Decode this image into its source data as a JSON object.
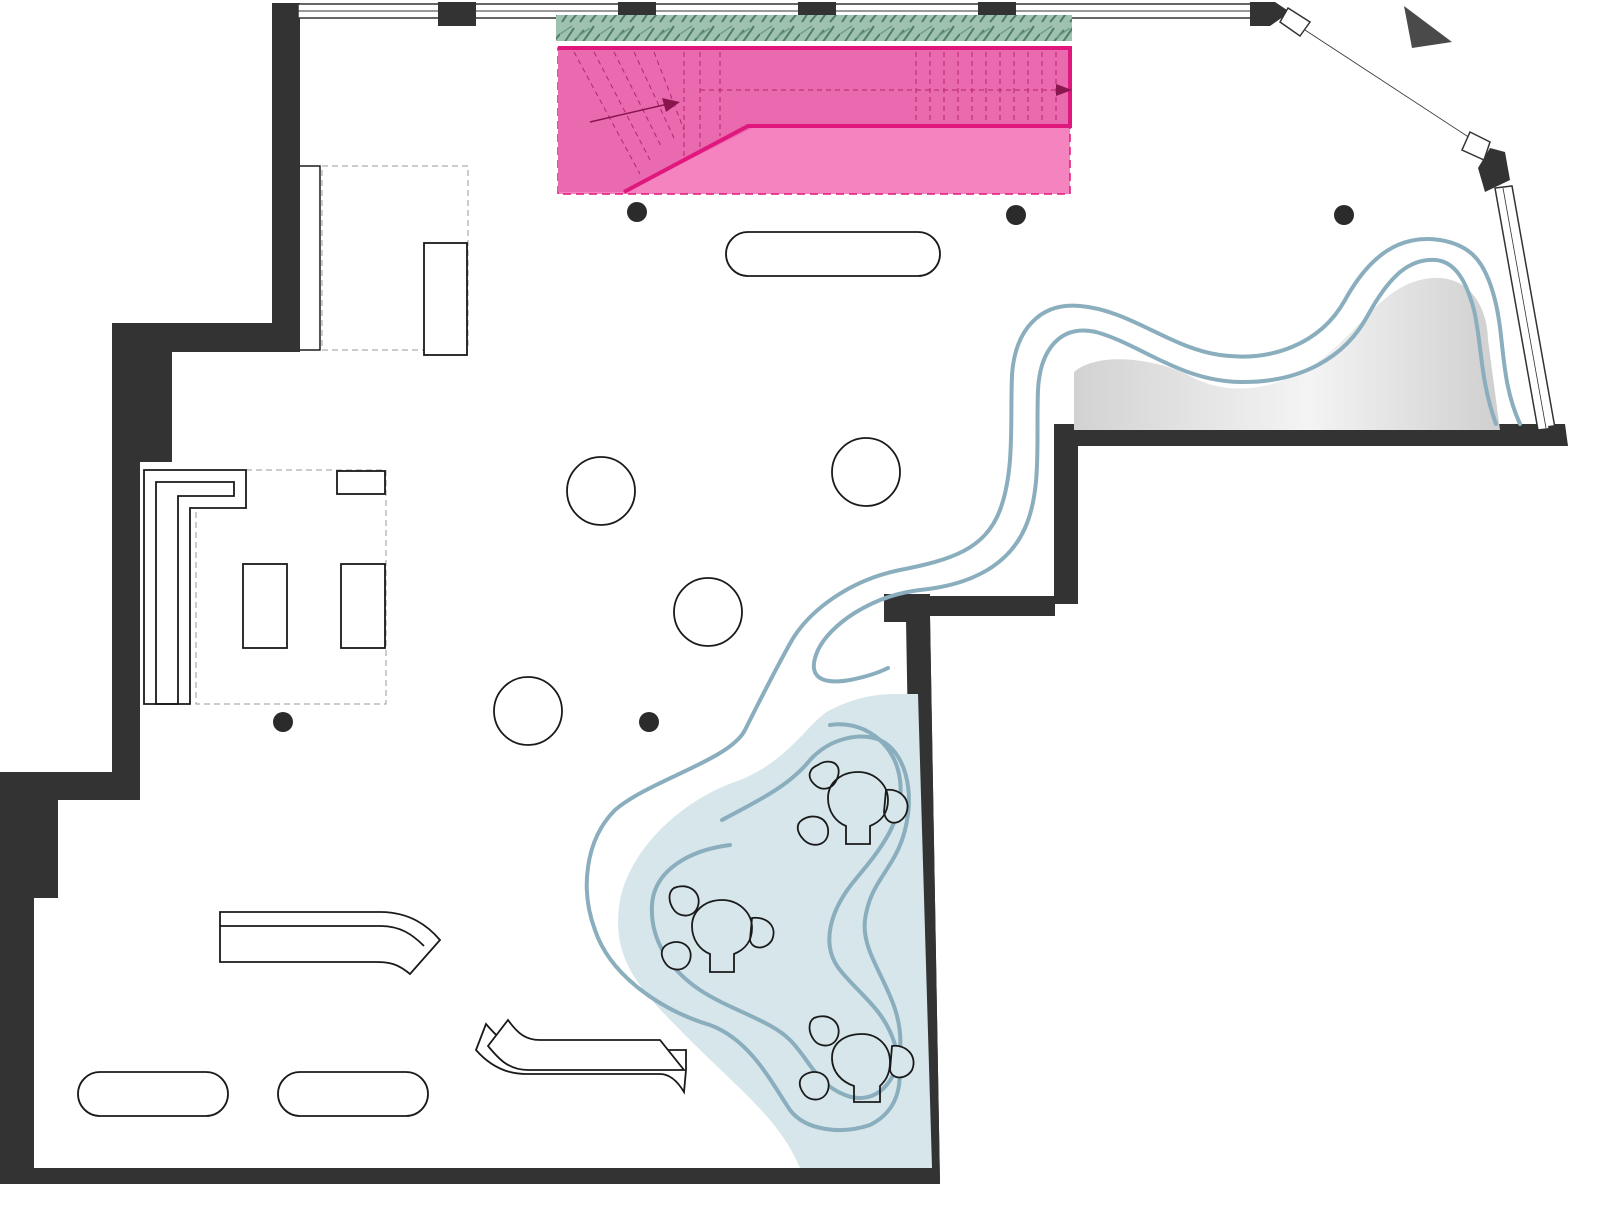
{
  "plan": {
    "colors": {
      "wall": "#333333",
      "floor": "#ffffff",
      "outline": "#1a1a1a",
      "stair_fill": "#f583c0",
      "stair_edge": "#e0177c",
      "water_line": "#8aaebd",
      "pond_fill": "#d6e6ea",
      "plants": "#6f9e8a",
      "column": "#2b2b2b",
      "dashed": "#9a9a9a"
    },
    "elements": {
      "staircase": "stair",
      "arrows": "arrow-icon",
      "north": "north-arrow-icon",
      "columns": "column",
      "round_tables": "round-table",
      "benches": "bench",
      "sofas": "curved-sofa",
      "chairs": "chair",
      "pond": "pond"
    }
  }
}
